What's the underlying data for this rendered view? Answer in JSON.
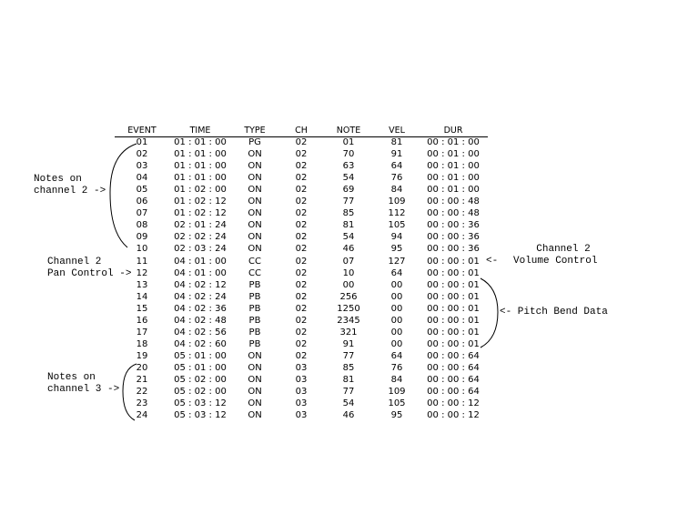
{
  "columns": [
    "EVENT",
    "TIME",
    "TYPE",
    "CH",
    "NOTE",
    "VEL",
    "DUR"
  ],
  "rows": [
    [
      "01",
      "01 : 01 : 00",
      "PG",
      "02",
      "01",
      "81",
      "00 : 01 : 00"
    ],
    [
      "02",
      "01 : 01 : 00",
      "ON",
      "02",
      "70",
      "91",
      "00 : 01 : 00"
    ],
    [
      "03",
      "01 : 01 : 00",
      "ON",
      "02",
      "63",
      "64",
      "00 : 01 : 00"
    ],
    [
      "04",
      "01 : 01 : 00",
      "ON",
      "02",
      "54",
      "76",
      "00 : 01 : 00"
    ],
    [
      "05",
      "01 : 02 : 00",
      "ON",
      "02",
      "69",
      "84",
      "00 : 01 : 00"
    ],
    [
      "06",
      "01 : 02 : 12",
      "ON",
      "02",
      "77",
      "109",
      "00 : 00 : 48"
    ],
    [
      "07",
      "01 : 02 : 12",
      "ON",
      "02",
      "85",
      "112",
      "00 : 00 : 48"
    ],
    [
      "08",
      "02 : 01 : 24",
      "ON",
      "02",
      "81",
      "105",
      "00 : 00 : 36"
    ],
    [
      "09",
      "02 : 02 : 24",
      "ON",
      "02",
      "54",
      "94",
      "00 : 00 : 36"
    ],
    [
      "10",
      "02 : 03 : 24",
      "ON",
      "02",
      "46",
      "95",
      "00 : 00 : 36"
    ],
    [
      "11",
      "04 : 01 : 00",
      "CC",
      "02",
      "07",
      "127",
      "00 : 00 : 01"
    ],
    [
      "12",
      "04 : 01 : 00",
      "CC",
      "02",
      "10",
      "64",
      "00 : 00 : 01"
    ],
    [
      "13",
      "04 : 02 : 12",
      "PB",
      "02",
      "00",
      "00",
      "00 : 00 : 01"
    ],
    [
      "14",
      "04 : 02 : 24",
      "PB",
      "02",
      "256",
      "00",
      "00 : 00 : 01"
    ],
    [
      "15",
      "04 : 02 : 36",
      "PB",
      "02",
      "1250",
      "00",
      "00 : 00 : 01"
    ],
    [
      "16",
      "04 : 02 : 48",
      "PB",
      "02",
      "2345",
      "00",
      "00 : 00 : 01"
    ],
    [
      "17",
      "04 : 02 : 56",
      "PB",
      "02",
      "321",
      "00",
      "00 : 00 : 01"
    ],
    [
      "18",
      "04 : 02 : 60",
      "PB",
      "02",
      "91",
      "00",
      "00 : 00 : 01"
    ],
    [
      "19",
      "05 : 01 : 00",
      "ON",
      "02",
      "77",
      "64",
      "00 : 00 : 64"
    ],
    [
      "20",
      "05 : 01 : 00",
      "ON",
      "03",
      "85",
      "76",
      "00 : 00 : 64"
    ],
    [
      "21",
      "05 : 02 : 00",
      "ON",
      "03",
      "81",
      "84",
      "00 : 00 : 64"
    ],
    [
      "22",
      "05 : 02 : 00",
      "ON",
      "03",
      "77",
      "109",
      "00 : 00 : 64"
    ],
    [
      "23",
      "05 : 03 : 12",
      "ON",
      "03",
      "54",
      "105",
      "00 : 00 : 12"
    ],
    [
      "24",
      "05 : 03 : 12",
      "ON",
      "03",
      "46",
      "95",
      "00 : 00 : 12"
    ]
  ],
  "annotations": {
    "notes_ch2": [
      "Notes on",
      "channel 2 ->"
    ],
    "pan_control": [
      "Channel 2",
      "Pan Control ->"
    ],
    "notes_ch3": [
      "Notes on",
      "channel 3 ->"
    ],
    "volume_arrow": "<- ",
    "volume_control": [
      "Channel 2",
      "Volume Control"
    ],
    "pitch_bend": "<- Pitch Bend Data"
  }
}
